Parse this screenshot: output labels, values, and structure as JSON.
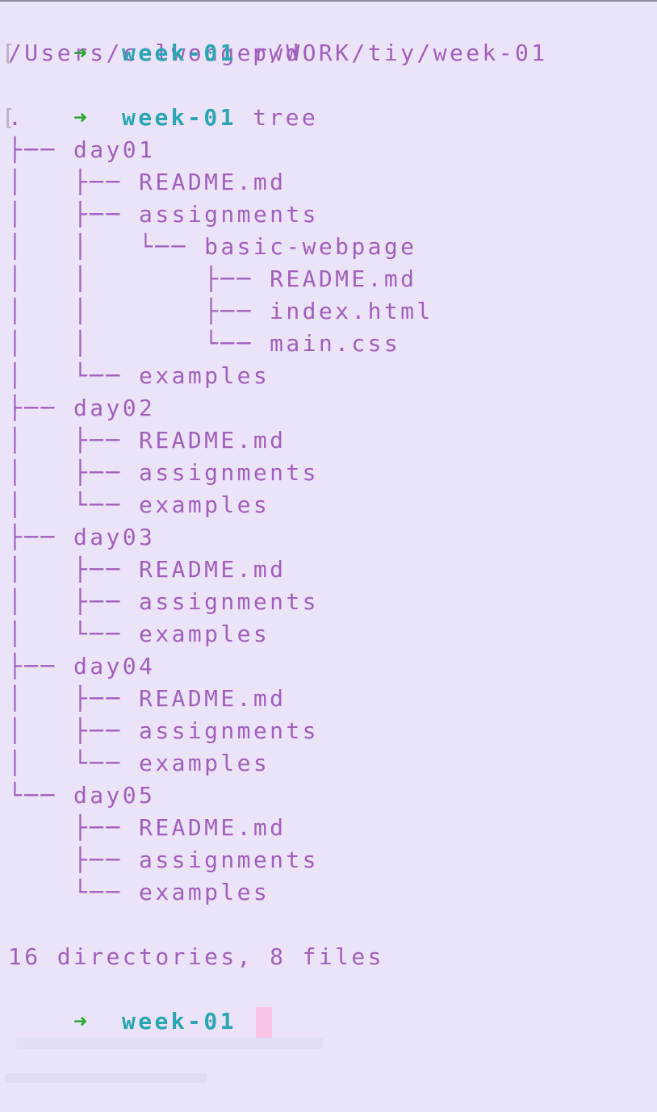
{
  "prompt": {
    "arrow": "➜",
    "directory": "week-01"
  },
  "commands": {
    "pwd": "pwd",
    "tree": "tree"
  },
  "pwd_output": "/Users/celwonger/WORK/tiy/week-01",
  "tree_lines": [
    ".",
    "├── day01",
    "│   ├── README.md",
    "│   ├── assignments",
    "│   │   └── basic-webpage",
    "│   │       ├── README.md",
    "│   │       ├── index.html",
    "│   │       └── main.css",
    "│   └── examples",
    "├── day02",
    "│   ├── README.md",
    "│   ├── assignments",
    "│   └── examples",
    "├── day03",
    "│   ├── README.md",
    "│   ├── assignments",
    "│   └── examples",
    "├── day04",
    "│   ├── README.md",
    "│   ├── assignments",
    "│   └── examples",
    "└── day05",
    "    ├── README.md",
    "    ├── assignments",
    "    └── examples"
  ],
  "summary": "16 directories, 8 files",
  "colors": {
    "background": "#ebe4f8",
    "text": "#a15fbd",
    "arrow": "#27a82e",
    "directory": "#2aa5b3",
    "cursor": "#f7c4e6"
  }
}
